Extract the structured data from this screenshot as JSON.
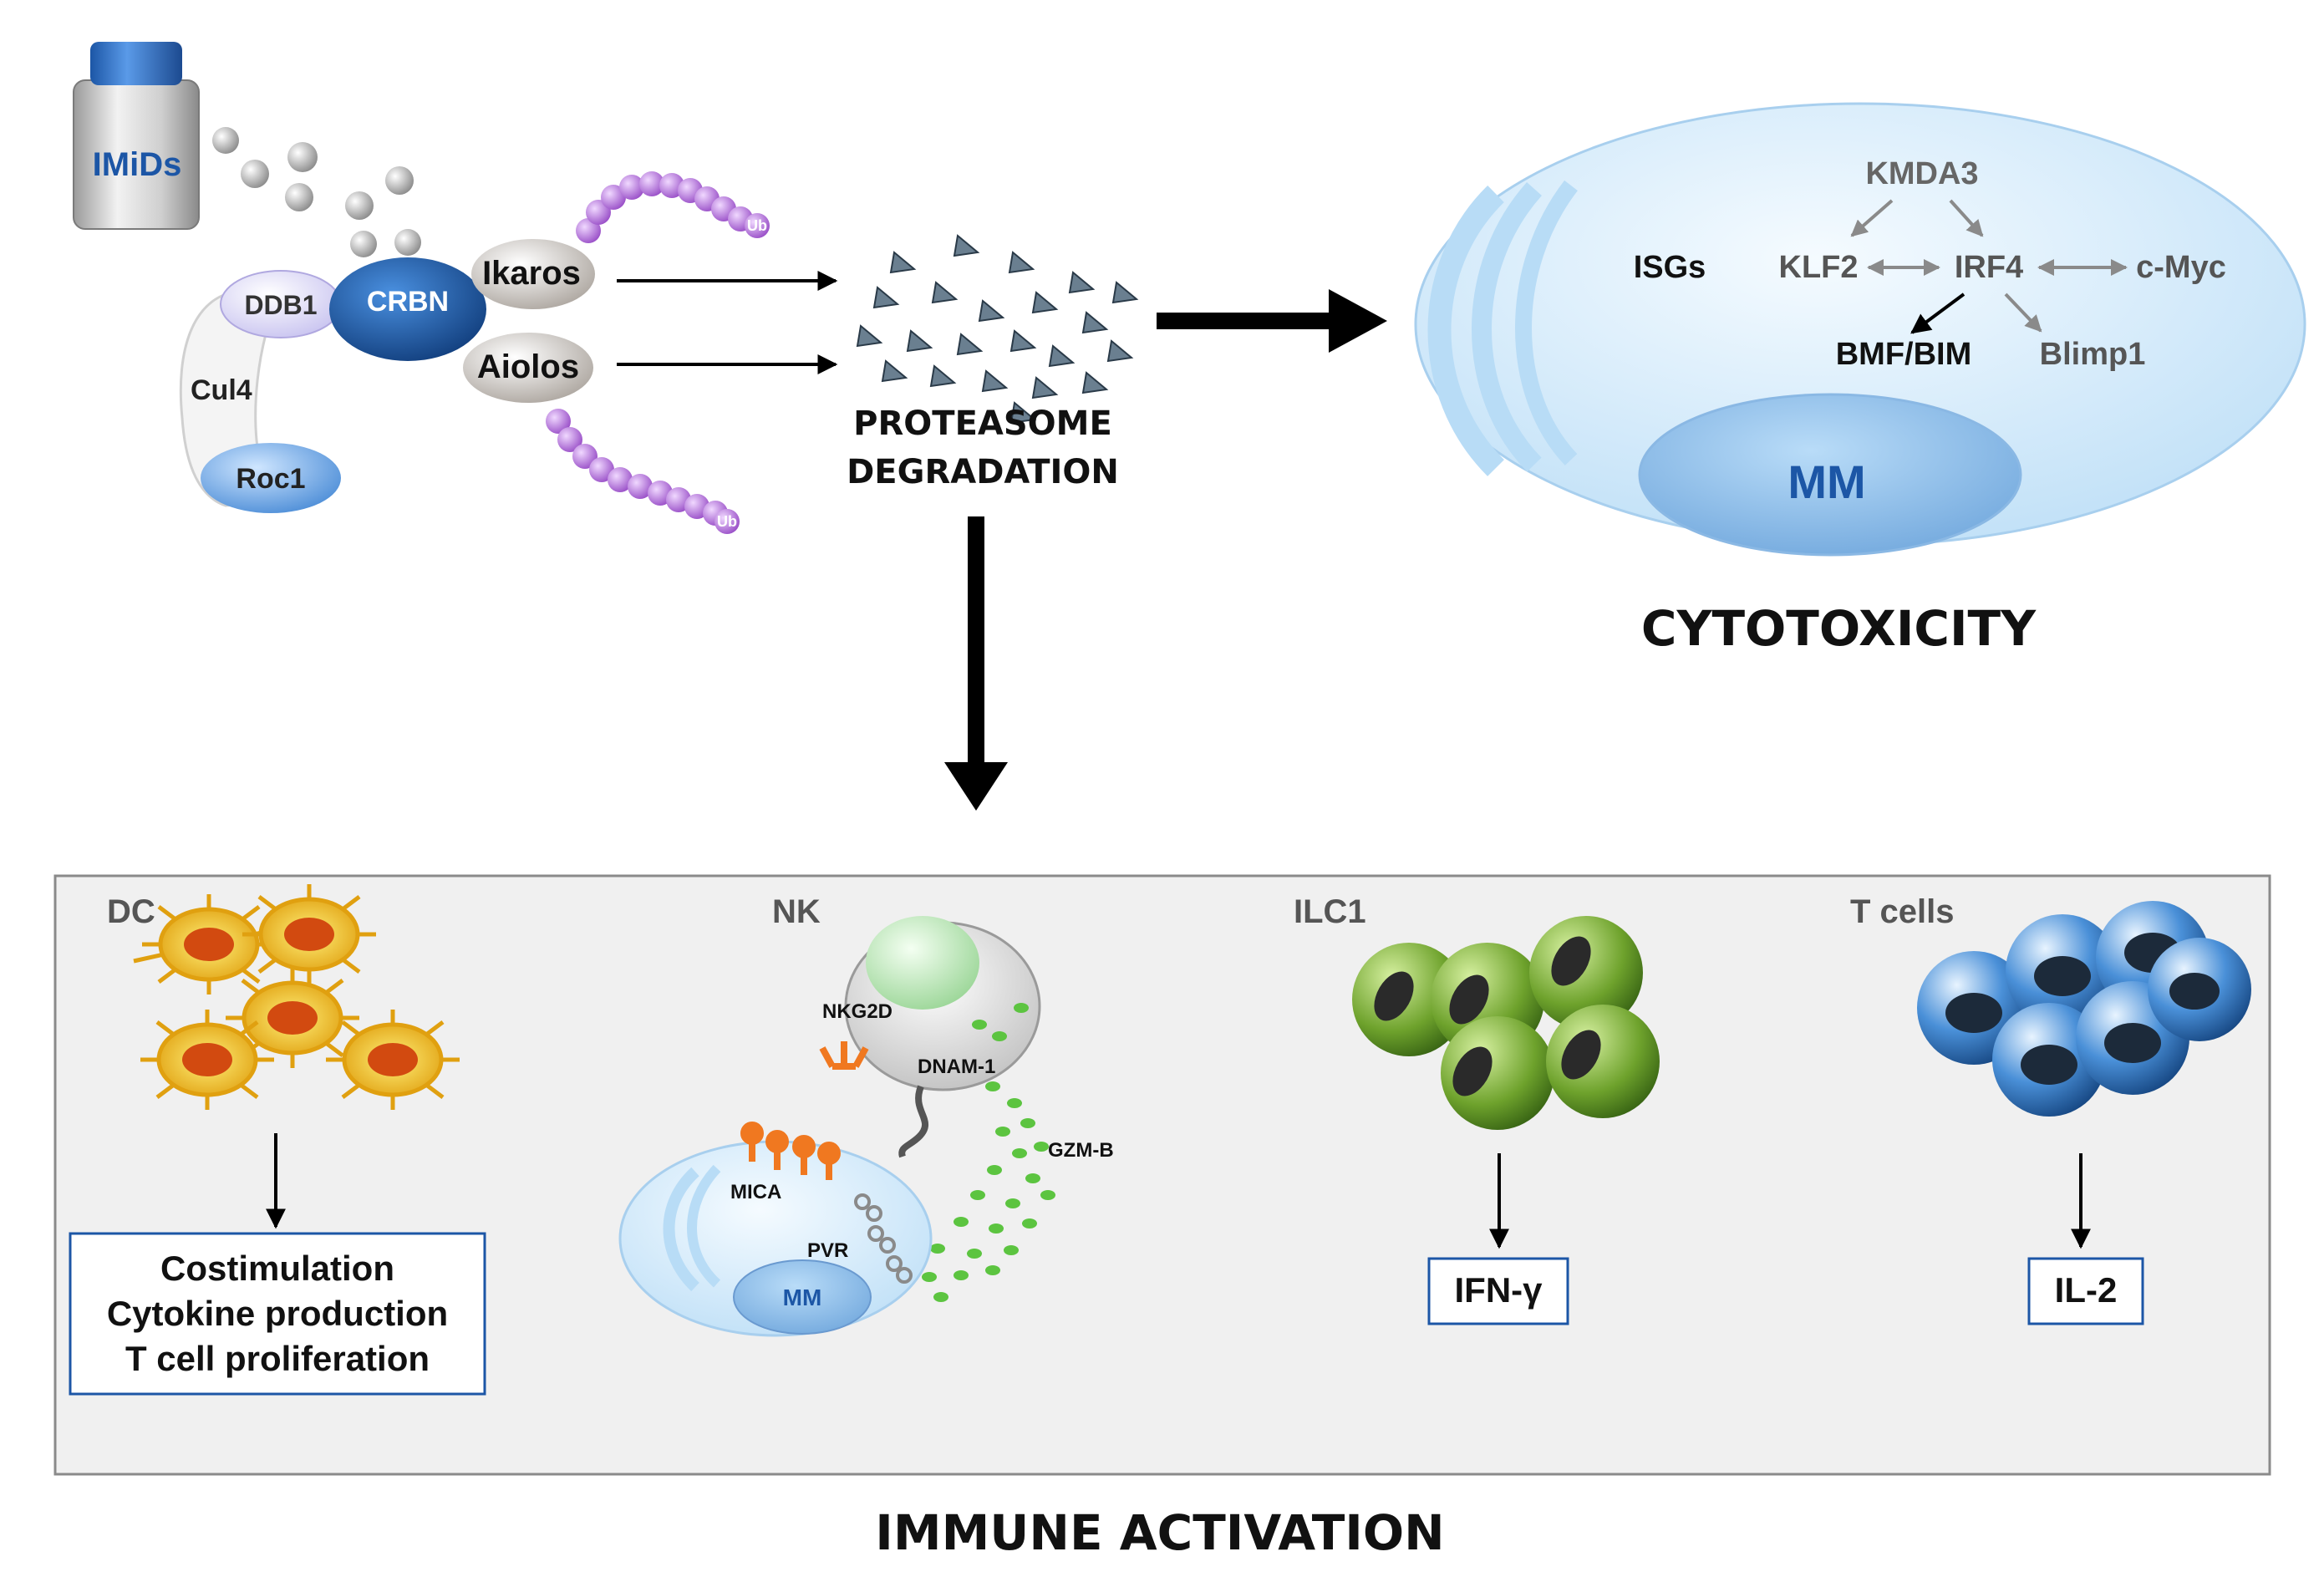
{
  "drug": {
    "label": "IMiDs"
  },
  "complex": {
    "ddb1": "DDB1",
    "crbn": "CRBN",
    "cul4": "Cul4",
    "roc1": "Roc1",
    "ikaros": "Ikaros",
    "aiolos": "Aiolos",
    "ub_top": "Ub",
    "ub_bottom": "Ub"
  },
  "proteasome": {
    "line1": "PROTEASOME",
    "line2": "DEGRADATION"
  },
  "mm_cell": {
    "kmda3": "KMDA3",
    "isgs": "ISGs",
    "klf2": "KLF2",
    "irf4": "IRF4",
    "cmyc": "c-Myc",
    "bmf_bim": "BMF/BIM",
    "blimp1": "Blimp1",
    "mm": "MM"
  },
  "cytotoxicity": "CYTOTOXICITY",
  "immune": {
    "title": "IMMUNE ACTIVATION",
    "dc": {
      "label": "DC",
      "out1": "Costimulation",
      "out2": "Cytokine production",
      "out3": "T cell proliferation"
    },
    "nk": {
      "label": "NK",
      "nkg2d": "NKG2D",
      "dnam1": "DNAM-1",
      "gzmb": "GZM-B",
      "mica": "MICA",
      "pvr": "PVR",
      "mm": "MM"
    },
    "ilc1": {
      "label": "ILC1",
      "out": "IFN-γ"
    },
    "tcells": {
      "label": "T cells",
      "out": "IL-2"
    }
  },
  "colors": {
    "crbn": "#1f5fa8",
    "ub": "#b070d8",
    "mm_cell": "#d6ebfa",
    "nk_green": "#5cc440",
    "ilc_green": "#6a9a2a",
    "tcell_blue": "#2a6fb8",
    "dc_orange": "#e8b020",
    "orange": "#f07820"
  }
}
